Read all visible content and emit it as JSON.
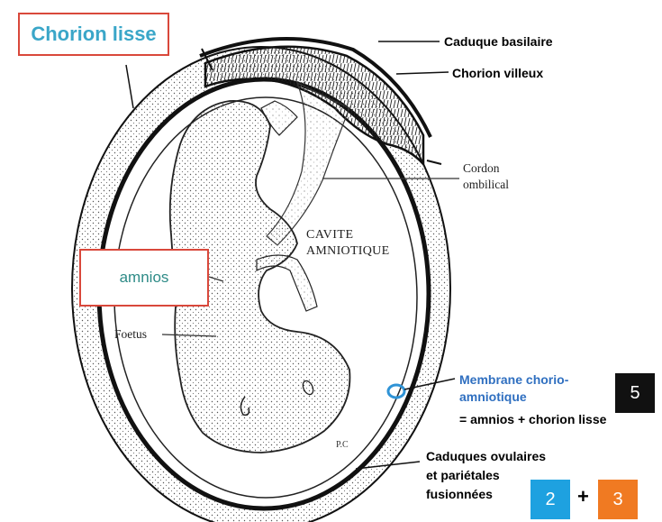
{
  "labels": {
    "chorion_lisse": "Chorion lisse",
    "caduque_basilaire": "Caduque basilaire",
    "chorion_villeux": "Chorion villeux",
    "cordon_line1": "Cordon",
    "cordon_line2": "ombilical",
    "cavite_line1": "CAVITE",
    "cavite_line2": "AMNIOTIQUE",
    "amnios": "amnios",
    "foetus": "Foetus",
    "membrane_line1": "Membrane chorio-",
    "membrane_line2": "amniotique",
    "membrane_formula": "= amnios + chorion lisse",
    "caduques_line1": "Caduques ovulaires",
    "caduques_line2": "et pariétales",
    "caduques_line3": "fusionnées",
    "plus": "+",
    "signature": "P.C"
  },
  "badges": {
    "five": "5",
    "two": "2",
    "three": "3"
  },
  "colors": {
    "box_border": "#d9483b",
    "chorion_lisse_text": "#3aa6c8",
    "amnios_text": "#2e8b87",
    "membrane_text": "#2f6fc0",
    "badge_five": "#111111",
    "badge_two": "#1ea1e0",
    "badge_three": "#f07a22"
  }
}
